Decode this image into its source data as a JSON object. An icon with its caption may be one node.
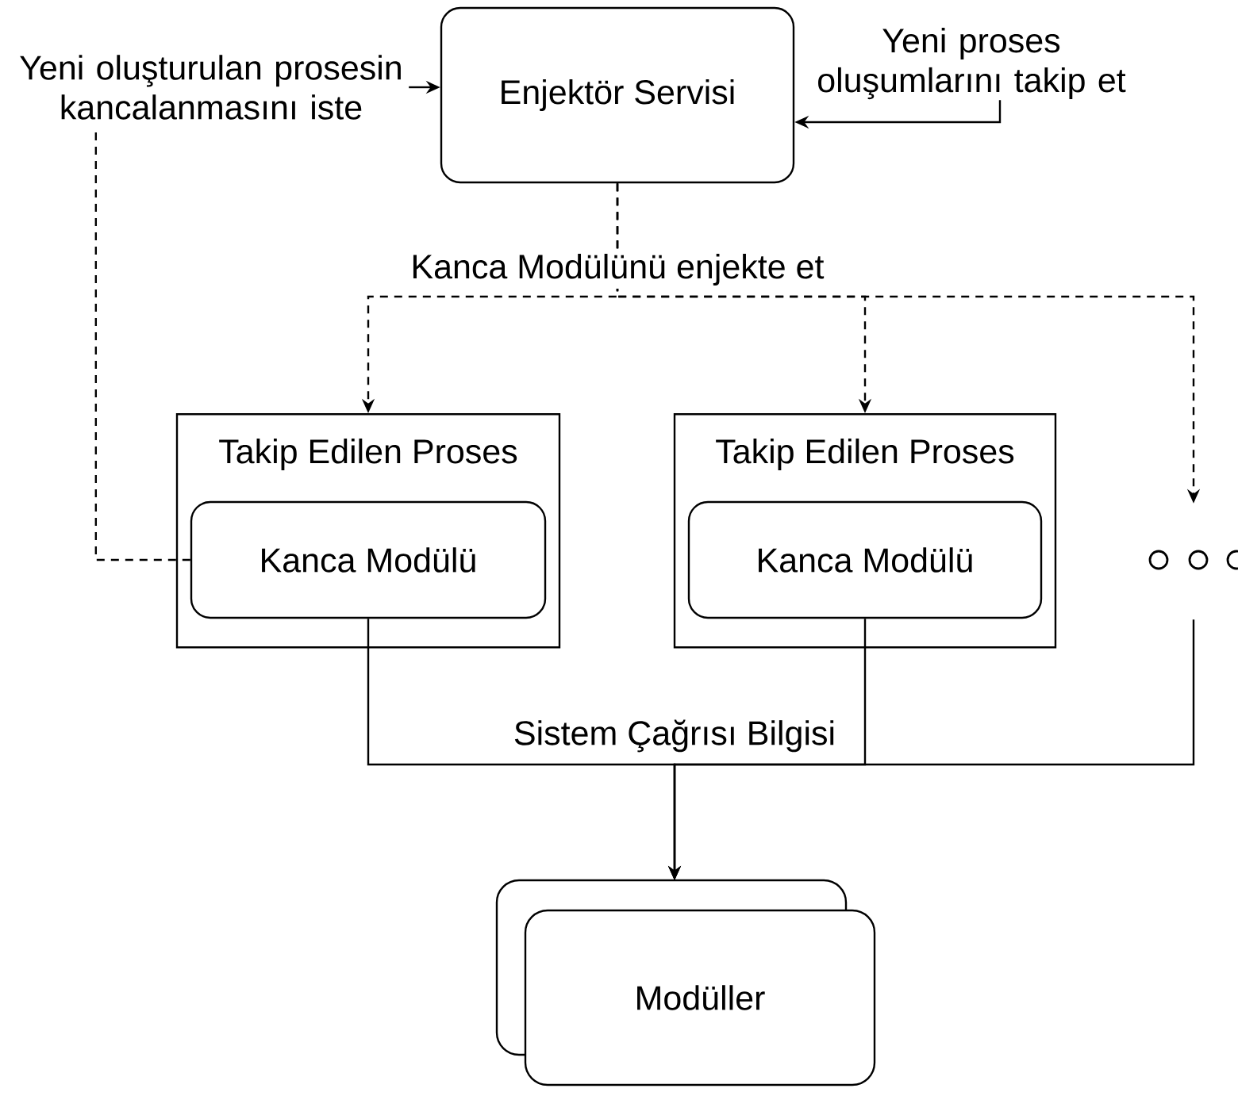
{
  "diagram": {
    "nodes": [
      {
        "text": [
          "Enjektör Servisi"
        ]
      },
      {
        "text": [
          "Yeni oluşturulan prosesin kancalanmasını iste"
        ]
      },
      {
        "text": [
          "Yeni proses oluşumlarını takip et"
        ]
      },
      {
        "text": [
          "Takip Edilen Proses"
        ]
      },
      {
        "text": [
          "Kanca Modülü"
        ],
        "in": 3
      },
      {
        "text": [
          "Takip Edilen Proses"
        ]
      },
      {
        "text": [
          "Kanca Modülü"
        ],
        "in": 5
      },
      {
        "text": [],
        "shape": "circle"
      },
      {
        "text": [
          "Modüller"
        ]
      }
    ],
    "edges": [
      {
        "from": 1,
        "to": 0,
        "arrow": "to"
      },
      {
        "from": 2,
        "to": 0,
        "arrow": "to"
      },
      {
        "from": 0,
        "to": 3,
        "arrow": "to",
        "style": "dashed",
        "label": "Kanca Modülünü enjekte et"
      },
      {
        "from": 0,
        "to": 5,
        "arrow": "to",
        "style": "dashed"
      },
      {
        "from": 0,
        "to": 7,
        "arrow": "to",
        "style": "dashed"
      },
      {
        "from": 4,
        "to": 1,
        "arrow": "none",
        "style": "dashed"
      },
      {
        "from": 4,
        "to": 8,
        "arrow": "to",
        "label": "Sistem Çağrısı Bilgisi"
      },
      {
        "from": 6,
        "to": 8,
        "arrow": "to"
      },
      {
        "from": 7,
        "to": 8,
        "arrow": "to"
      }
    ]
  }
}
